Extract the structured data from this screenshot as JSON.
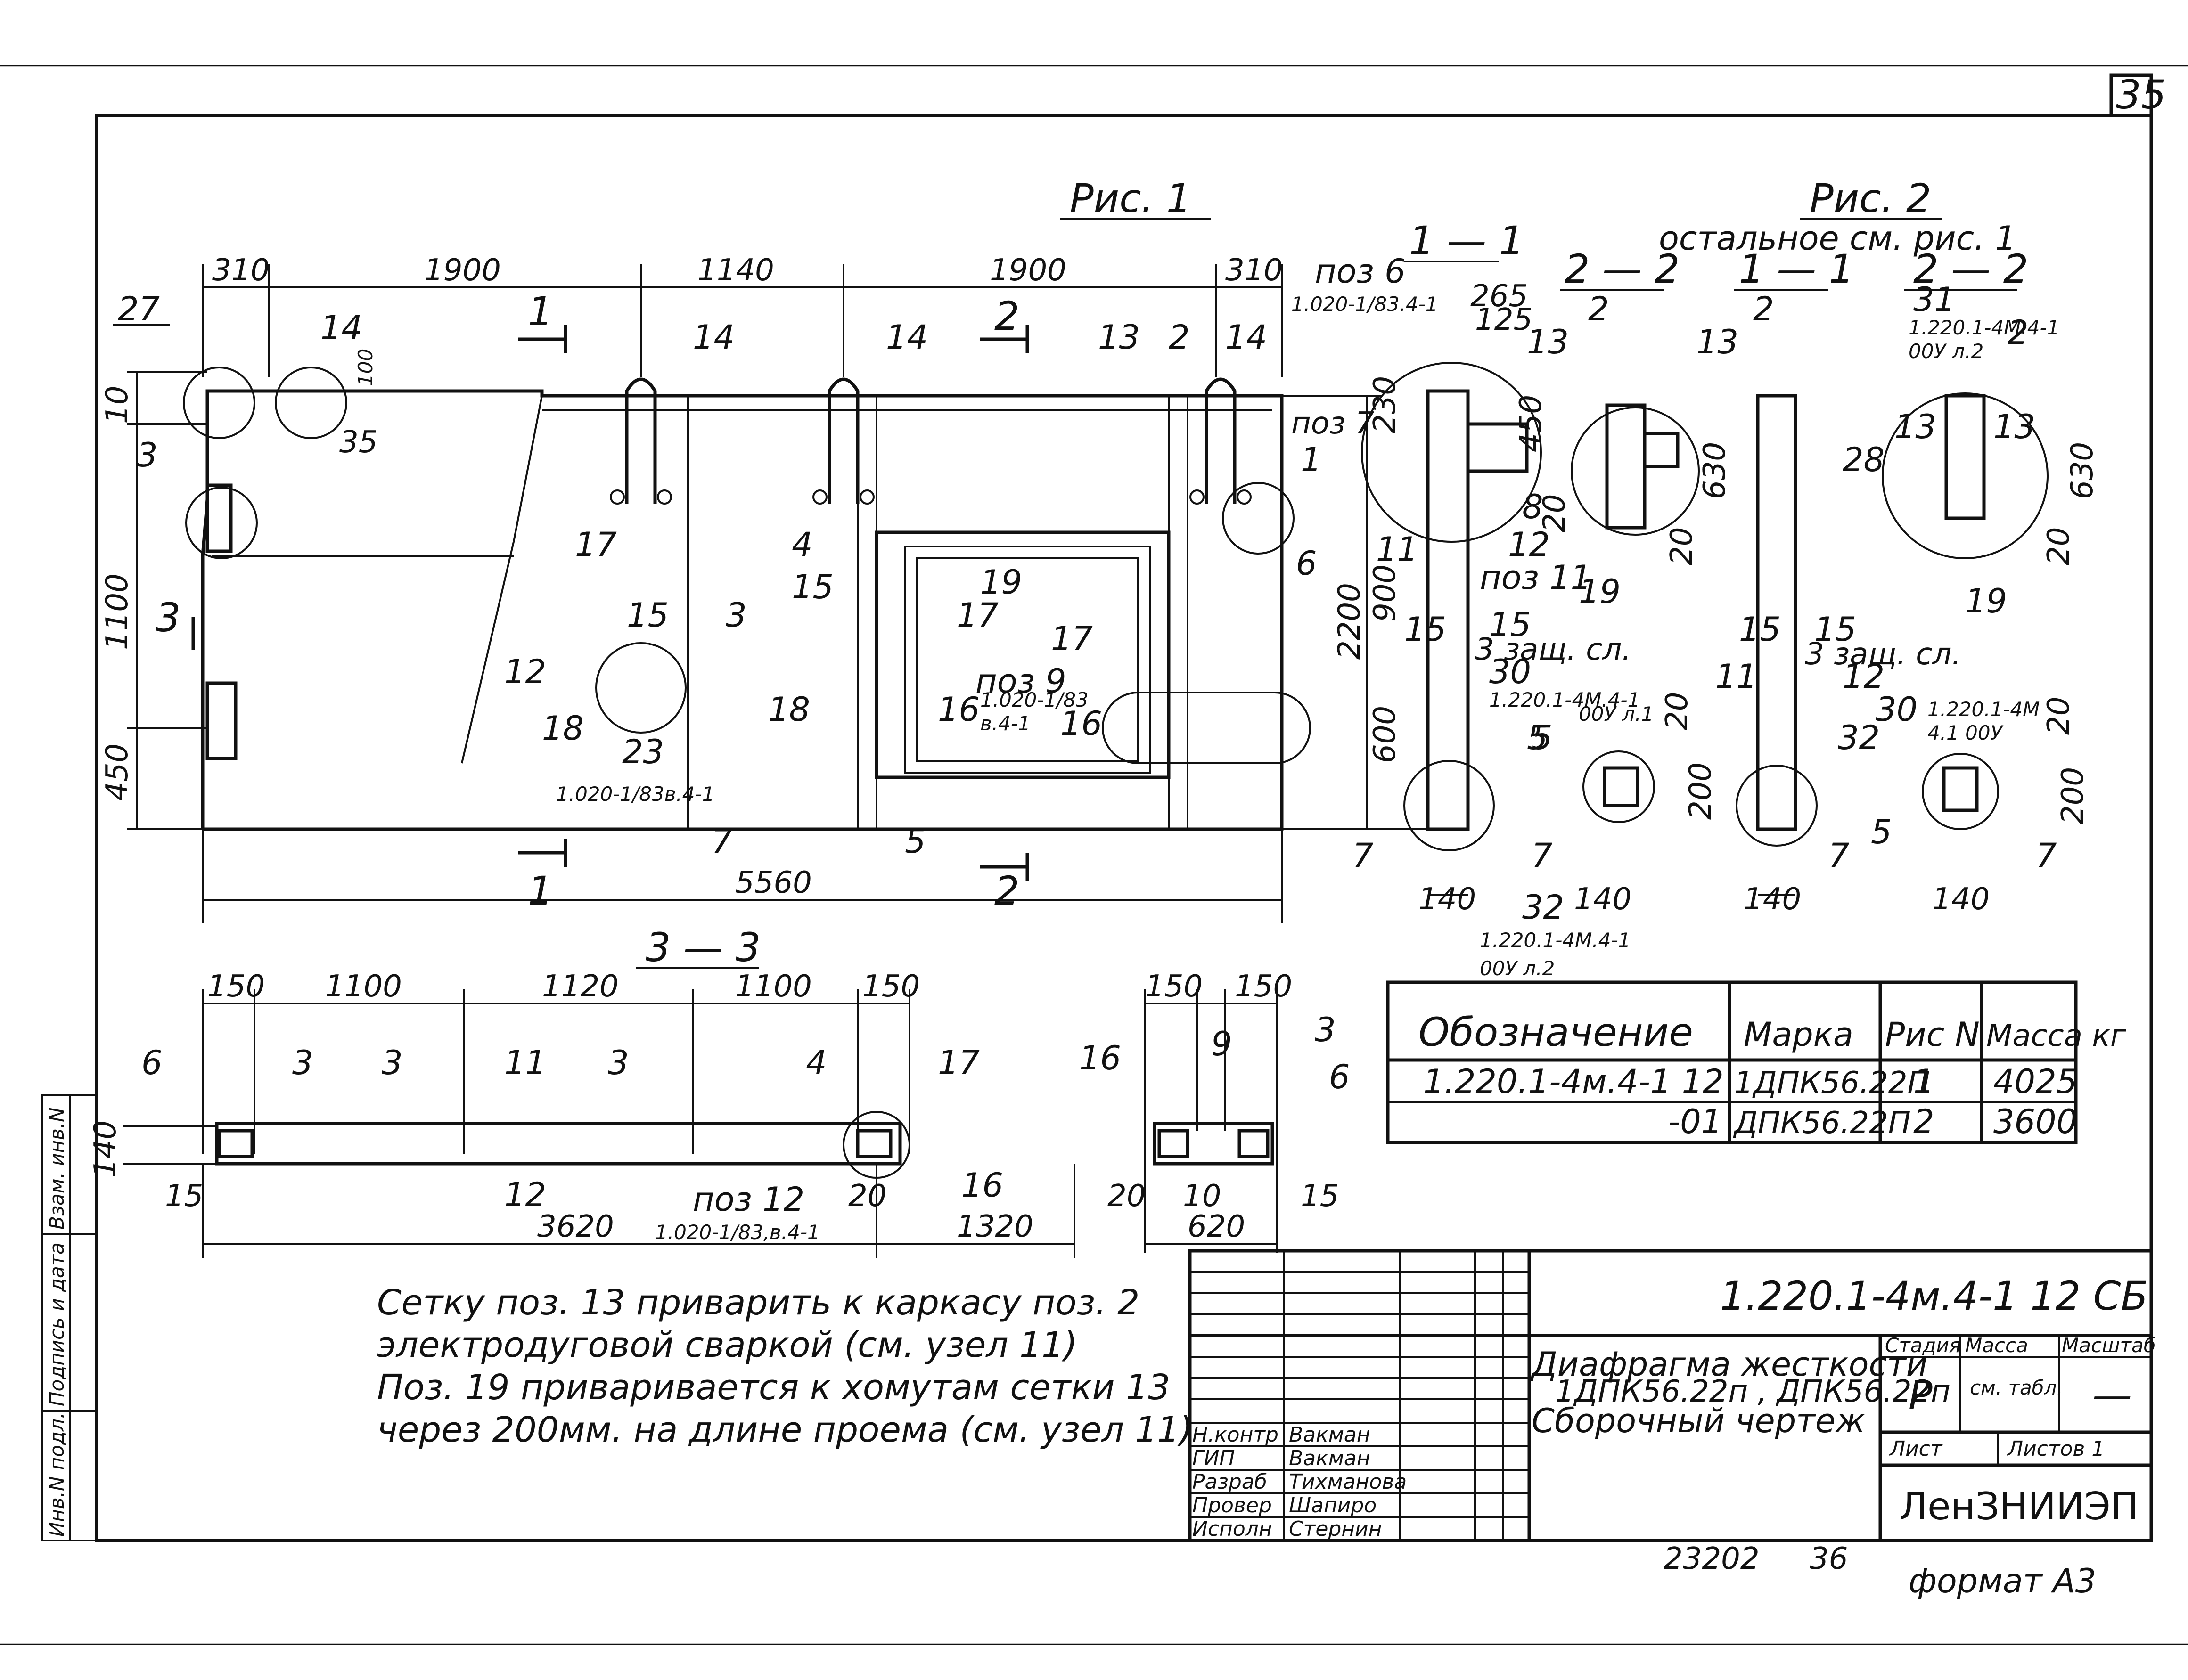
{
  "sheet": {
    "page_number": "35",
    "bottom_numbers": [
      "23202",
      "36"
    ],
    "format": "формат А3"
  },
  "fig1": {
    "title": "Рис. 1",
    "dims_top": [
      "310",
      "1900",
      "1140",
      "1900",
      "310"
    ],
    "dims_left": [
      "10",
      "1100",
      "450"
    ],
    "dim_bottom": "5560",
    "dim_right": "2200",
    "small_dims": [
      "100"
    ],
    "sections": [
      "1",
      "1",
      "2",
      "2",
      "3"
    ],
    "positions": [
      "27",
      "14",
      "14",
      "14",
      "14",
      "13",
      "2",
      "3",
      "35",
      "17",
      "4",
      "15",
      "15",
      "12",
      "3",
      "18",
      "23",
      "7",
      "5",
      "19",
      "17",
      "17",
      "16",
      "16",
      "18",
      "1",
      "6",
      "поз 7"
    ],
    "refs": [
      {
        "label": "поз 9",
        "doc": "1.020-1/83",
        "sub": "в.4-1"
      },
      {
        "label": "поз 6",
        "doc": "1.020-1/83.4-1"
      },
      {
        "label": "23",
        "doc": "1.020-1/83в.4-1"
      }
    ]
  },
  "fig2": {
    "title": "Рис. 2",
    "subtitle": "остальное см. рис. 1"
  },
  "section_1_1": {
    "title": "1 — 1",
    "dims": [
      "265",
      "125",
      "230",
      "450",
      "20",
      "900",
      "600",
      "140"
    ],
    "positions": [
      "11",
      "15",
      "8",
      "12",
      "поз 11",
      "15",
      "30",
      "7",
      "32",
      "5"
    ],
    "notes": [
      "3 защ. сл.",
      "1.220.1-4М.4-1",
      "00У л.1",
      "1.220.1-4М.4-1",
      "00У л.2"
    ]
  },
  "section_2_2a": {
    "title": "2 — 2",
    "dims": [
      "630",
      "20",
      "20",
      "200",
      "140"
    ],
    "positions": [
      "2",
      "13",
      "13",
      "19",
      "5",
      "7"
    ]
  },
  "section_1_1b": {
    "title": "1 — 1",
    "dims": [
      "630",
      "140"
    ],
    "positions": [
      "2",
      "28",
      "15",
      "11",
      "15",
      "12",
      "32",
      "7"
    ],
    "notes": [
      "3 защ. сл."
    ]
  },
  "section_2_2b": {
    "title": "2 — 2",
    "dims": [
      "630",
      "20",
      "20",
      "200",
      "140"
    ],
    "positions": [
      "31",
      "2",
      "13",
      "13",
      "19",
      "30",
      "5",
      "7"
    ],
    "notes": [
      "1.220.1-4М.4-1",
      "00У л.2",
      "1.220.1-4М",
      "4.1 00У"
    ]
  },
  "section_3_3": {
    "title": "3 — 3",
    "dims_top": [
      "150",
      "1100",
      "1120",
      "1100",
      "150"
    ],
    "dims_bottom": [
      "3620",
      "1320"
    ],
    "dim_left": "140",
    "dim_left2": "15",
    "dim_20": "20",
    "positions": [
      "6",
      "3",
      "3",
      "11",
      "3",
      "4",
      "17",
      "12",
      "16"
    ],
    "ref": {
      "label": "поз 12",
      "doc": "1.020-1/83,в.4-1"
    }
  },
  "section_small": {
    "dims_top": [
      "150",
      "150"
    ],
    "dims_bottom": [
      "20",
      "10",
      "15",
      "620"
    ],
    "positions": [
      "16",
      "9",
      "3",
      "6"
    ]
  },
  "spec_table": {
    "headers": [
      "Обозначение",
      "Марка",
      "Рис N",
      "Масса кг"
    ],
    "rows": [
      [
        "1.220.1-4м.4-1 12",
        "1ДПК56.22П",
        "1",
        "4025"
      ],
      [
        "-01",
        "ДПК56.22П",
        "2",
        "3600"
      ]
    ]
  },
  "notes": [
    "Сетку поз. 13 приварить к каркасу поз. 2",
    "электродуговой сваркой (см. узел 11)",
    "Поз. 19 приваривается к хомутам сетки 13",
    "через 200мм. на длине проема (см. узел 11)"
  ],
  "title_block": {
    "code": "1.220.1-4м.4-1   12 СБ",
    "name_lines": [
      "Диафрагма жесткости",
      "1ДПК56.22п , ДПК56.22п",
      "Сборочный чертеж"
    ],
    "stage_header": "Стадия",
    "mass_header": "Масса",
    "scale_header": "Масштаб",
    "stage": "Р",
    "mass": "см. табл.",
    "scale": "—",
    "sheet_label": "Лист",
    "sheets_label": "Листов 1",
    "org": "ЛенЗНИИЭП",
    "staff": [
      {
        "role": "Н.контр",
        "name": "Вакман"
      },
      {
        "role": "ГИП",
        "name": "Вакман"
      },
      {
        "role": "Разраб",
        "name": "Тихманова"
      },
      {
        "role": "Провер",
        "name": "Шапиро"
      },
      {
        "role": "Исполн",
        "name": "Стернин"
      }
    ]
  },
  "side_strip": [
    "Инв.N подл.",
    "Подпись и дата",
    "Взам. инв.N"
  ]
}
